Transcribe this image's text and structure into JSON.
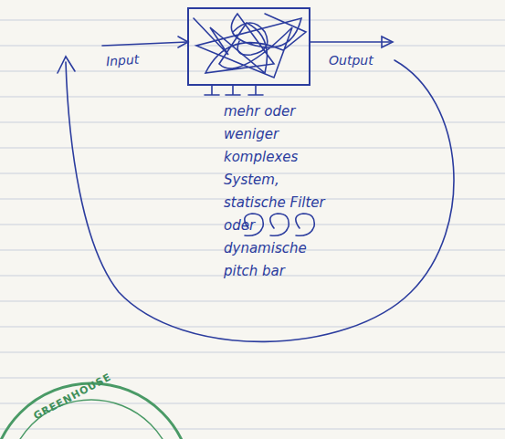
{
  "diagram": {
    "nodes": [
      {
        "text": [
          "mehr oder weniger komplexes System, statische Filter oder dynamische pitch bar"
        ]
      }
    ],
    "labels": [
      "Input",
      "Output",
      "GREENHOUSE"
    ]
  }
}
